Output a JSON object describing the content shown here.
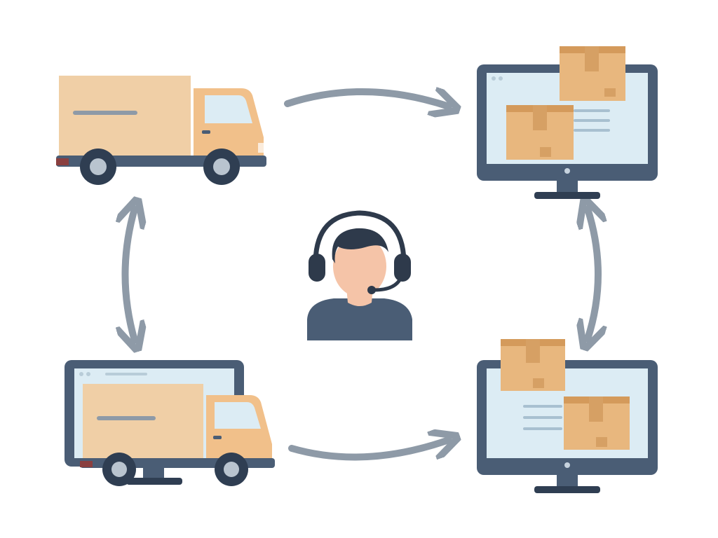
{
  "diagram": {
    "nodes": [
      {
        "id": "truck",
        "icon": "delivery-truck-icon"
      },
      {
        "id": "monitor-boxes-top",
        "icon": "monitor-with-parcels-icon"
      },
      {
        "id": "support-agent",
        "icon": "headset-agent-icon"
      },
      {
        "id": "monitor-truck",
        "icon": "monitor-with-truck-icon"
      },
      {
        "id": "monitor-boxes-bottom",
        "icon": "monitor-with-parcels-icon"
      }
    ],
    "edges": [
      {
        "from": "truck",
        "to": "monitor-boxes-top",
        "direction": "one-way"
      },
      {
        "from": "monitor-truck",
        "to": "monitor-boxes-bottom",
        "direction": "one-way"
      },
      {
        "from": "truck",
        "to": "monitor-truck",
        "direction": "two-way"
      },
      {
        "from": "monitor-boxes-top",
        "to": "monitor-boxes-bottom",
        "direction": "two-way"
      }
    ]
  },
  "colors": {
    "navy": "#4a5d75",
    "dark": "#2f3e52",
    "screen": "#dcecf4",
    "truck_body": "#f0cfa6",
    "truck_cab": "#f1c08a",
    "box": "#e8b77e",
    "box_dark": "#d49a5b",
    "box_tape": "#d6a064",
    "arrow": "#8e9aa7",
    "skin": "#f5c4a8",
    "hair": "#2e3a4b",
    "line": "#a8c0d0",
    "tail_light": "#8a3f3f"
  }
}
